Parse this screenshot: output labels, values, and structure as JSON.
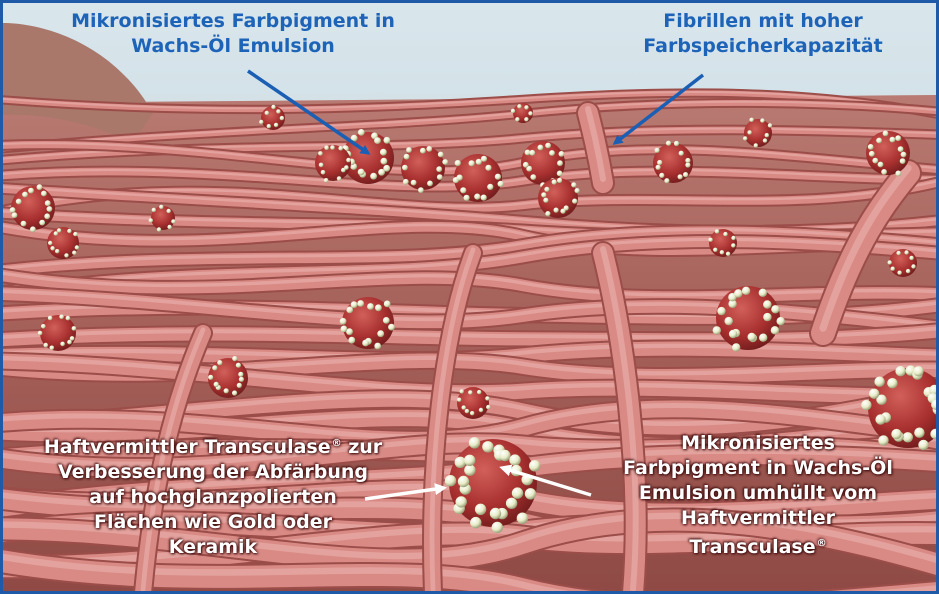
{
  "labels": {
    "top_left": [
      "Mikronisiertes Farbpigment in",
      "Wachs-Öl Emulsion"
    ],
    "top_right": [
      "Fibrillen mit hoher",
      "Farbspeicherkapazität"
    ],
    "bottom_left": {
      "line1": "Haftvermittler Transculase",
      "line1_mark": "®",
      "line1_tail": " zur",
      "rest": [
        "Verbesserung der Abfärbung",
        "auf hochglanzpolierten",
        "Flächen wie Gold oder",
        "Keramik"
      ]
    },
    "bottom_right": {
      "lines": [
        "Mikronisiertes",
        "Farbpigment in Wachs-Öl",
        "Emulsion umhüllt vom",
        "Haftvermittler"
      ],
      "last": "Transculase",
      "last_mark": "®"
    }
  },
  "colors": {
    "label_blue": "#1d63b8",
    "frame_blue": "#1e5aa8",
    "arrow_blue": "#1a5fb4",
    "arrow_white": "#ffffff",
    "sky": "#c9dbe4",
    "skin": "#a05a55",
    "fiber": "#d98a85",
    "fiber_dark": "#9b4d49",
    "pigment": "#a8302f",
    "pearl": "#eef0d8"
  }
}
